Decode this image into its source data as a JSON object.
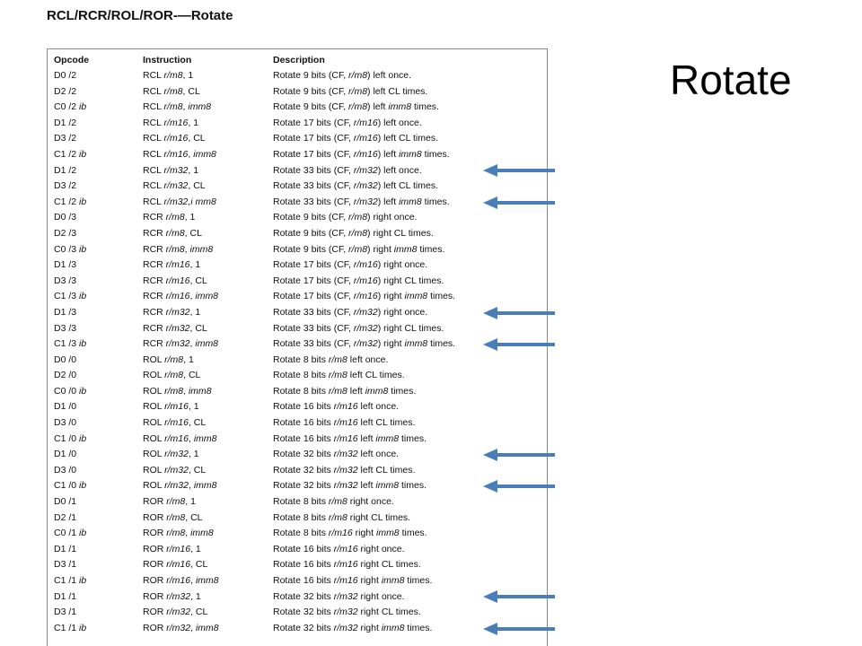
{
  "document": {
    "heading": "RCL/RCR/ROL/ROR-—Rotate",
    "slide_title": "Rotate"
  },
  "table": {
    "headers": [
      "Opcode",
      "Instruction",
      "Description"
    ],
    "rows": [
      {
        "opcode": "D0 /2",
        "instruction": "RCL <i>r/m8</i>, 1",
        "description": "Rotate 9 bits (CF, <i>r/m8</i>) left once.",
        "arrow": false
      },
      {
        "opcode": "D2 /2",
        "instruction": "RCL <i>r/m8</i>, CL",
        "description": "Rotate 9 bits (CF, <i>r/m8</i>) left CL times.",
        "arrow": false
      },
      {
        "opcode": "C0 /2 <i>ib</i>",
        "instruction": "RCL <i>r/m8</i>, <i>imm8</i>",
        "description": "Rotate 9 bits (CF, <i>r/m8</i>) left <i>imm8</i> times.",
        "arrow": false
      },
      {
        "opcode": "D1 /2",
        "instruction": "RCL <i>r/m16</i>, 1",
        "description": "Rotate 17 bits (CF, <i>r/m16</i>) left once.",
        "arrow": false
      },
      {
        "opcode": "D3 /2",
        "instruction": "RCL <i>r/m16</i>, CL",
        "description": "Rotate 17 bits (CF, <i>r/m16</i>) left CL times.",
        "arrow": false
      },
      {
        "opcode": "C1 /2 <i>ib</i>",
        "instruction": "RCL <i>r/m16</i>, <i>imm8</i>",
        "description": "Rotate 17 bits (CF, <i>r/m16</i>) left <i>imm8</i> times.",
        "arrow": false
      },
      {
        "opcode": "D1 /2",
        "instruction": "RCL <i>r/m32</i>, 1",
        "description": "Rotate 33 bits (CF, <i>r/m32</i>) left once.",
        "arrow": true
      },
      {
        "opcode": "D3 /2",
        "instruction": "RCL <i>r/m32</i>, CL",
        "description": "Rotate 33 bits (CF, <i>r/m32</i>) left CL times.",
        "arrow": false
      },
      {
        "opcode": "C1 /2 <i>ib</i>",
        "instruction": "RCL <i>r/m32,i mm8</i>",
        "description": "Rotate 33 bits (CF, <i>r/m32</i>) left <i>imm8</i> times.",
        "arrow": true
      },
      {
        "opcode": "D0 /3",
        "instruction": "RCR <i>r/m8</i>, 1",
        "description": "Rotate 9 bits (CF, <i>r/m8</i>) right once.",
        "arrow": false
      },
      {
        "opcode": "D2 /3",
        "instruction": "RCR <i>r/m8</i>, CL",
        "description": "Rotate 9 bits (CF, <i>r/m8</i>) right CL times.",
        "arrow": false
      },
      {
        "opcode": "C0 /3 <i>ib</i>",
        "instruction": "RCR <i>r/m8</i>, <i>imm8</i>",
        "description": "Rotate 9 bits (CF, <i>r/m8</i>) right <i>imm8</i> times.",
        "arrow": false
      },
      {
        "opcode": "D1 /3",
        "instruction": "RCR <i>r/m16</i>, 1",
        "description": "Rotate 17 bits (CF, <i>r/m16</i>) right once.",
        "arrow": false
      },
      {
        "opcode": "D3 /3",
        "instruction": "RCR <i>r/m16</i>, CL",
        "description": "Rotate 17 bits (CF, <i>r/m16</i>) right CL times.",
        "arrow": false
      },
      {
        "opcode": "C1 /3 <i>ib</i>",
        "instruction": "RCR <i>r/m16</i>, <i>imm8</i>",
        "description": "Rotate 17 bits (CF, <i>r/m16</i>) right <i>imm8</i> times.",
        "arrow": false
      },
      {
        "opcode": "D1 /3",
        "instruction": "RCR <i>r/m32</i>, 1",
        "description": "Rotate 33 bits (CF, <i>r/m32</i>) right once.",
        "arrow": true
      },
      {
        "opcode": "D3 /3",
        "instruction": "RCR <i>r/m32</i>, CL",
        "description": "Rotate 33 bits (CF, <i>r/m32</i>) right CL times.",
        "arrow": false
      },
      {
        "opcode": "C1 /3 <i>ib</i>",
        "instruction": "RCR <i>r/m32</i>, <i>imm8</i>",
        "description": "Rotate 33 bits (CF, <i>r/m32</i>) right <i>imm8</i> times.",
        "arrow": true
      },
      {
        "opcode": "D0 /0",
        "instruction": "ROL <i>r/m8</i>, 1",
        "description": "Rotate 8 bits <i>r/m8</i> left once.",
        "arrow": false
      },
      {
        "opcode": "D2 /0",
        "instruction": "ROL <i>r/m8</i>, CL",
        "description": "Rotate 8 bits <i>r/m8</i> left CL times.",
        "arrow": false
      },
      {
        "opcode": "C0 /0 <i>ib</i>",
        "instruction": "ROL <i>r/m8</i>, <i>imm8</i>",
        "description": "Rotate 8 bits <i>r/m8</i> left <i>imm8</i> times.",
        "arrow": false
      },
      {
        "opcode": "D1 /0",
        "instruction": "ROL <i>r/m16</i>, 1",
        "description": "Rotate 16 bits <i>r/m16</i> left once.",
        "arrow": false
      },
      {
        "opcode": "D3 /0",
        "instruction": "ROL <i>r/m16</i>, CL",
        "description": "Rotate 16 bits <i>r/m16</i> left CL times.",
        "arrow": false
      },
      {
        "opcode": "C1 /0 <i>ib</i>",
        "instruction": "ROL <i>r/m16</i>, <i>imm8</i>",
        "description": "Rotate 16 bits <i>r/m16</i> left <i>imm8</i> times.",
        "arrow": false
      },
      {
        "opcode": "D1 /0",
        "instruction": "ROL <i>r/m32</i>, 1",
        "description": "Rotate 32 bits <i>r/m32</i> left once.",
        "arrow": true
      },
      {
        "opcode": "D3 /0",
        "instruction": "ROL <i>r/m32</i>, CL",
        "description": "Rotate 32 bits <i>r/m32</i> left CL times.",
        "arrow": false
      },
      {
        "opcode": "C1 /0 <i>ib</i>",
        "instruction": "ROL <i>r/m32</i>, <i>imm8</i>",
        "description": "Rotate 32 bits <i>r/m32</i> left <i>imm8</i> times.",
        "arrow": true
      },
      {
        "opcode": "D0 /1",
        "instruction": "ROR <i>r/m8</i>, 1",
        "description": "Rotate 8 bits <i>r/m8</i> right once.",
        "arrow": false
      },
      {
        "opcode": "D2 /1",
        "instruction": "ROR <i>r/m8</i>, CL",
        "description": "Rotate 8 bits <i>r/m8</i> right CL times.",
        "arrow": false
      },
      {
        "opcode": "C0 /1 <i>ib</i>",
        "instruction": "ROR <i>r/m8</i>, <i>imm8</i>",
        "description": "Rotate 8 bits <i>r/m16</i> right <i>imm8</i> times.",
        "arrow": false
      },
      {
        "opcode": "D1 /1",
        "instruction": "ROR <i>r/m16</i>, 1",
        "description": "Rotate 16 bits <i>r/m16</i> right once.",
        "arrow": false
      },
      {
        "opcode": "D3 /1",
        "instruction": "ROR <i>r/m16</i>, CL",
        "description": "Rotate 16 bits <i>r/m16</i> right CL times.",
        "arrow": false
      },
      {
        "opcode": "C1 /1 <i>ib</i>",
        "instruction": "ROR <i>r/m16</i>, <i>imm8</i>",
        "description": "Rotate 16 bits <i>r/m16</i> right <i>imm8</i> times.",
        "arrow": false
      },
      {
        "opcode": "D1 /1",
        "instruction": "ROR <i>r/m32</i>, 1",
        "description": "Rotate 32 bits <i>r/m32</i> right once.",
        "arrow": true
      },
      {
        "opcode": "D3 /1",
        "instruction": "ROR <i>r/m32</i>, CL",
        "description": "Rotate 32 bits <i>r/m32</i> right CL times.",
        "arrow": false
      },
      {
        "opcode": "C1 /1 <i>ib</i>",
        "instruction": "ROR <i>r/m32</i>, <i>imm8</i>",
        "description": "Rotate 32 bits <i>r/m32</i> right <i>imm8</i> times.",
        "arrow": true
      }
    ]
  },
  "colors": {
    "arrow": "#4a7ebb",
    "text": "#111111",
    "border": "#8a8a8a"
  },
  "icons": {
    "arrow": "left-arrow-icon"
  }
}
